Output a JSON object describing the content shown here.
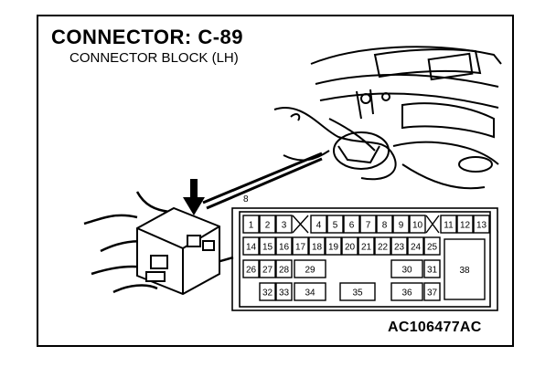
{
  "diagram": {
    "title": "CONNECTOR: C-89",
    "subtitle": "CONNECTOR BLOCK (LH)",
    "figure_id": "AC106477AC",
    "marker_label": "8",
    "pins": {
      "row1": [
        "1",
        "2",
        "3",
        "4",
        "5",
        "6",
        "7",
        "8",
        "9",
        "10",
        "11",
        "12",
        "13"
      ],
      "row2": [
        "14",
        "15",
        "16",
        "17",
        "18",
        "19",
        "20",
        "21",
        "22",
        "23",
        "24",
        "25"
      ],
      "row3": [
        "26",
        "27",
        "28",
        "29",
        "30",
        "31",
        "38"
      ],
      "row4": [
        "32",
        "33",
        "34",
        "35",
        "36",
        "37"
      ]
    }
  }
}
